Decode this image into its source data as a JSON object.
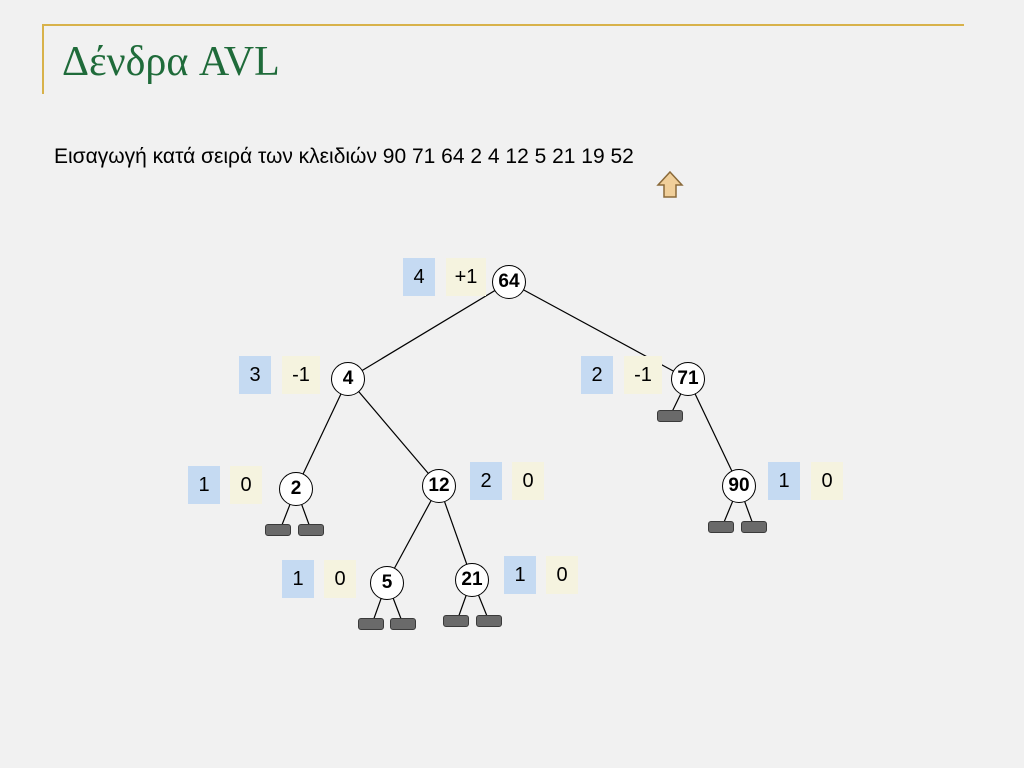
{
  "title": "Δένδρα AVL",
  "subtitle": "Εισαγωγή κατά σειρά των κλειδιών 90 71 64 2 4 12 5 21 19 52",
  "pointer_icon": "up-arrow-icon",
  "colors": {
    "title": "#1f6b3a",
    "accent_rule": "#d8b24a",
    "height_box": "#c5daf2",
    "balance_box": "#f5f3df",
    "null_leaf": "#6a6a6a"
  },
  "nodes": [
    {
      "key": "64",
      "height": "4",
      "balance": "+1"
    },
    {
      "key": "4",
      "height": "3",
      "balance": "-1"
    },
    {
      "key": "71",
      "height": "2",
      "balance": "-1"
    },
    {
      "key": "2",
      "height": "1",
      "balance": "0"
    },
    {
      "key": "12",
      "height": "2",
      "balance": "0"
    },
    {
      "key": "90",
      "height": "1",
      "balance": "0"
    },
    {
      "key": "5",
      "height": "1",
      "balance": "0"
    },
    {
      "key": "21",
      "height": "1",
      "balance": "0"
    }
  ]
}
